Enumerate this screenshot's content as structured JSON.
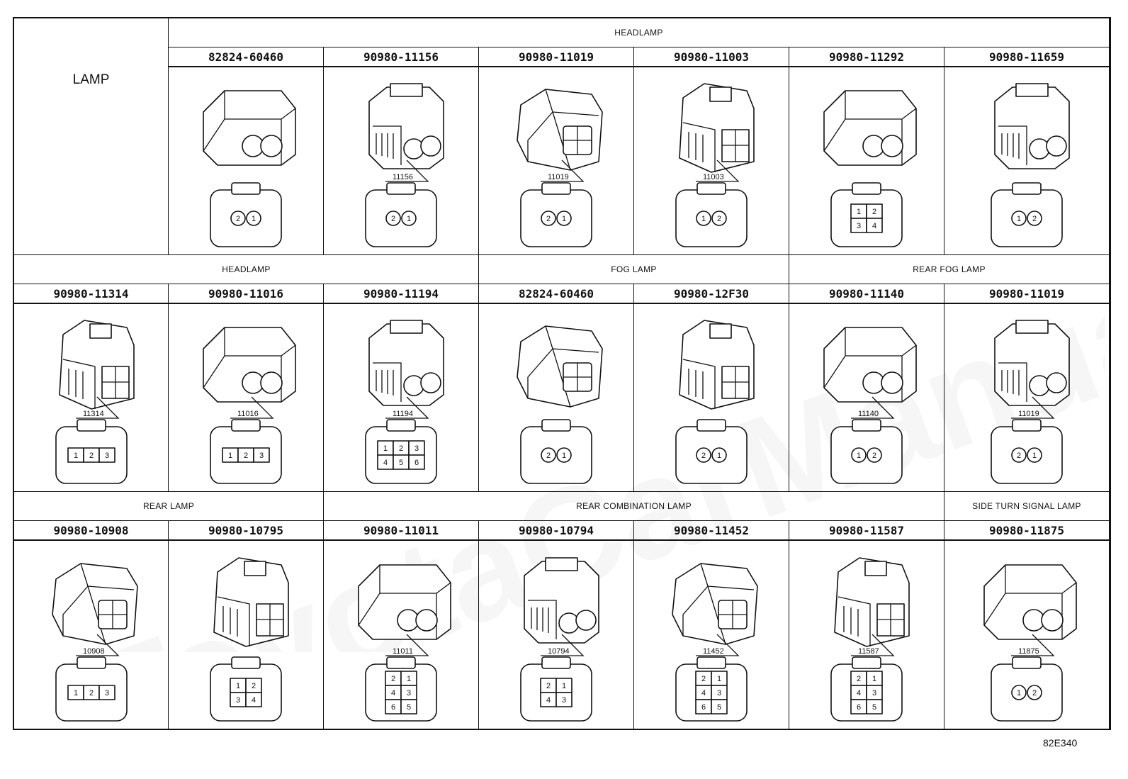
{
  "left_heading": "LAMP",
  "figure_code": "82E340",
  "watermark_text": "ToyotaCarManual",
  "rows": [
    {
      "groups": [
        {
          "label": "HEADLAMP"
        }
      ],
      "cells": [
        {
          "part": "82824-60460",
          "label": "",
          "pins": [
            "2",
            "1"
          ]
        },
        {
          "part": "90980-11156",
          "label": "11156",
          "pins": [
            "2",
            "1"
          ]
        },
        {
          "part": "90980-11019",
          "label": "11019",
          "pins": [
            "2",
            "1"
          ]
        },
        {
          "part": "90980-11003",
          "label": "11003",
          "pins": [
            "1",
            "2"
          ]
        },
        {
          "part": "90980-11292",
          "label": "",
          "pins": [
            "1",
            "2",
            "3",
            "4"
          ]
        },
        {
          "part": "90980-11659",
          "label": "",
          "pins": [
            "1",
            "2"
          ]
        }
      ]
    },
    {
      "groups": [
        {
          "label": "HEADLAMP"
        },
        {
          "label": "FOG LAMP"
        },
        {
          "label": "REAR FOG LAMP"
        }
      ],
      "cells": [
        {
          "part": "90980-11314",
          "label": "11314",
          "pins": [
            "1",
            "2",
            "3"
          ]
        },
        {
          "part": "90980-11016",
          "label": "11016",
          "pins": [
            "1",
            "2",
            "3"
          ]
        },
        {
          "part": "90980-11194",
          "label": "11194",
          "pins": [
            "1",
            "2",
            "3",
            "4",
            "5",
            "6"
          ]
        },
        {
          "part": "82824-60460",
          "label": "",
          "pins": [
            "2",
            "1"
          ]
        },
        {
          "part": "90980-12F30",
          "label": "",
          "pins": [
            "2",
            "1"
          ]
        },
        {
          "part": "90980-11140",
          "label": "11140",
          "pins": [
            "1",
            "2"
          ]
        },
        {
          "part": "90980-11019",
          "label": "11019",
          "pins": [
            "2",
            "1"
          ]
        }
      ]
    },
    {
      "groups": [
        {
          "label": "REAR LAMP"
        },
        {
          "label": "REAR COMBINATION LAMP"
        },
        {
          "label": "SIDE TURN SIGNAL LAMP"
        }
      ],
      "cells": [
        {
          "part": "90980-10908",
          "label": "10908",
          "pins": [
            "1",
            "2",
            "3"
          ]
        },
        {
          "part": "90980-10795",
          "label": "",
          "pins": [
            "1",
            "2",
            "3",
            "4"
          ]
        },
        {
          "part": "90980-11011",
          "label": "11011",
          "pins": [
            "2",
            "1",
            "4",
            "3",
            "6",
            "5"
          ]
        },
        {
          "part": "90980-10794",
          "label": "10794",
          "pins": [
            "2",
            "1",
            "4",
            "3"
          ]
        },
        {
          "part": "90980-11452",
          "label": "11452",
          "pins": [
            "2",
            "1",
            "4",
            "3",
            "6",
            "5"
          ]
        },
        {
          "part": "90980-11587",
          "label": "11587",
          "pins": [
            "2",
            "1",
            "4",
            "3",
            "6",
            "5"
          ]
        },
        {
          "part": "90980-11875",
          "label": "11875",
          "pins": [
            "1",
            "2"
          ]
        }
      ]
    }
  ]
}
